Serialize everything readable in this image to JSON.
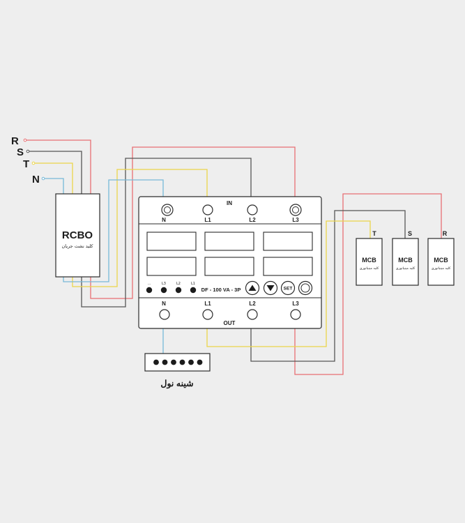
{
  "colors": {
    "background": "#eeeeee",
    "R": "#e86f73",
    "S": "#565656",
    "T": "#ecd54a",
    "N": "#77b9d8"
  },
  "phases": {
    "R": "R",
    "S": "S",
    "T": "T",
    "N": "N"
  },
  "rcbo": {
    "title": "RCBO",
    "subtitle": "کلید نشت جریان"
  },
  "device": {
    "in_label": "IN",
    "out_label": "OUT",
    "model": "DF - 100 VA - 3P",
    "in_terminals": [
      "N",
      "L1",
      "L2",
      "L3"
    ],
    "out_terminals": [
      "N",
      "L1",
      "L2",
      "L3"
    ],
    "led_labels": [
      "...",
      "L3",
      "L2",
      "L1"
    ],
    "buttons": {
      "set": "SET"
    }
  },
  "mcbs": [
    {
      "phase": "T",
      "title": "MCB",
      "subtitle": "کلید مینیاتوری"
    },
    {
      "phase": "S",
      "title": "MCB",
      "subtitle": "کلید مینیاتوری"
    },
    {
      "phase": "R",
      "title": "MCB",
      "subtitle": "کلید مینیاتوری"
    }
  ],
  "neutral_bus": {
    "label": "شینه نول"
  }
}
